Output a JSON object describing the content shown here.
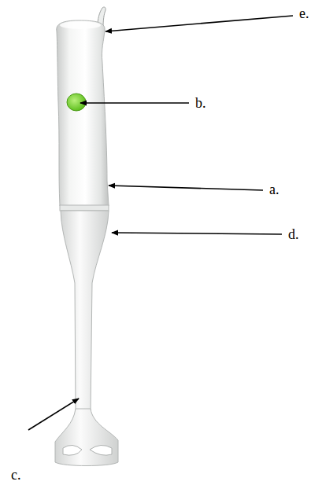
{
  "diagram": {
    "labels": [
      "e.",
      "b.",
      "a.",
      "d.",
      "c."
    ]
  }
}
